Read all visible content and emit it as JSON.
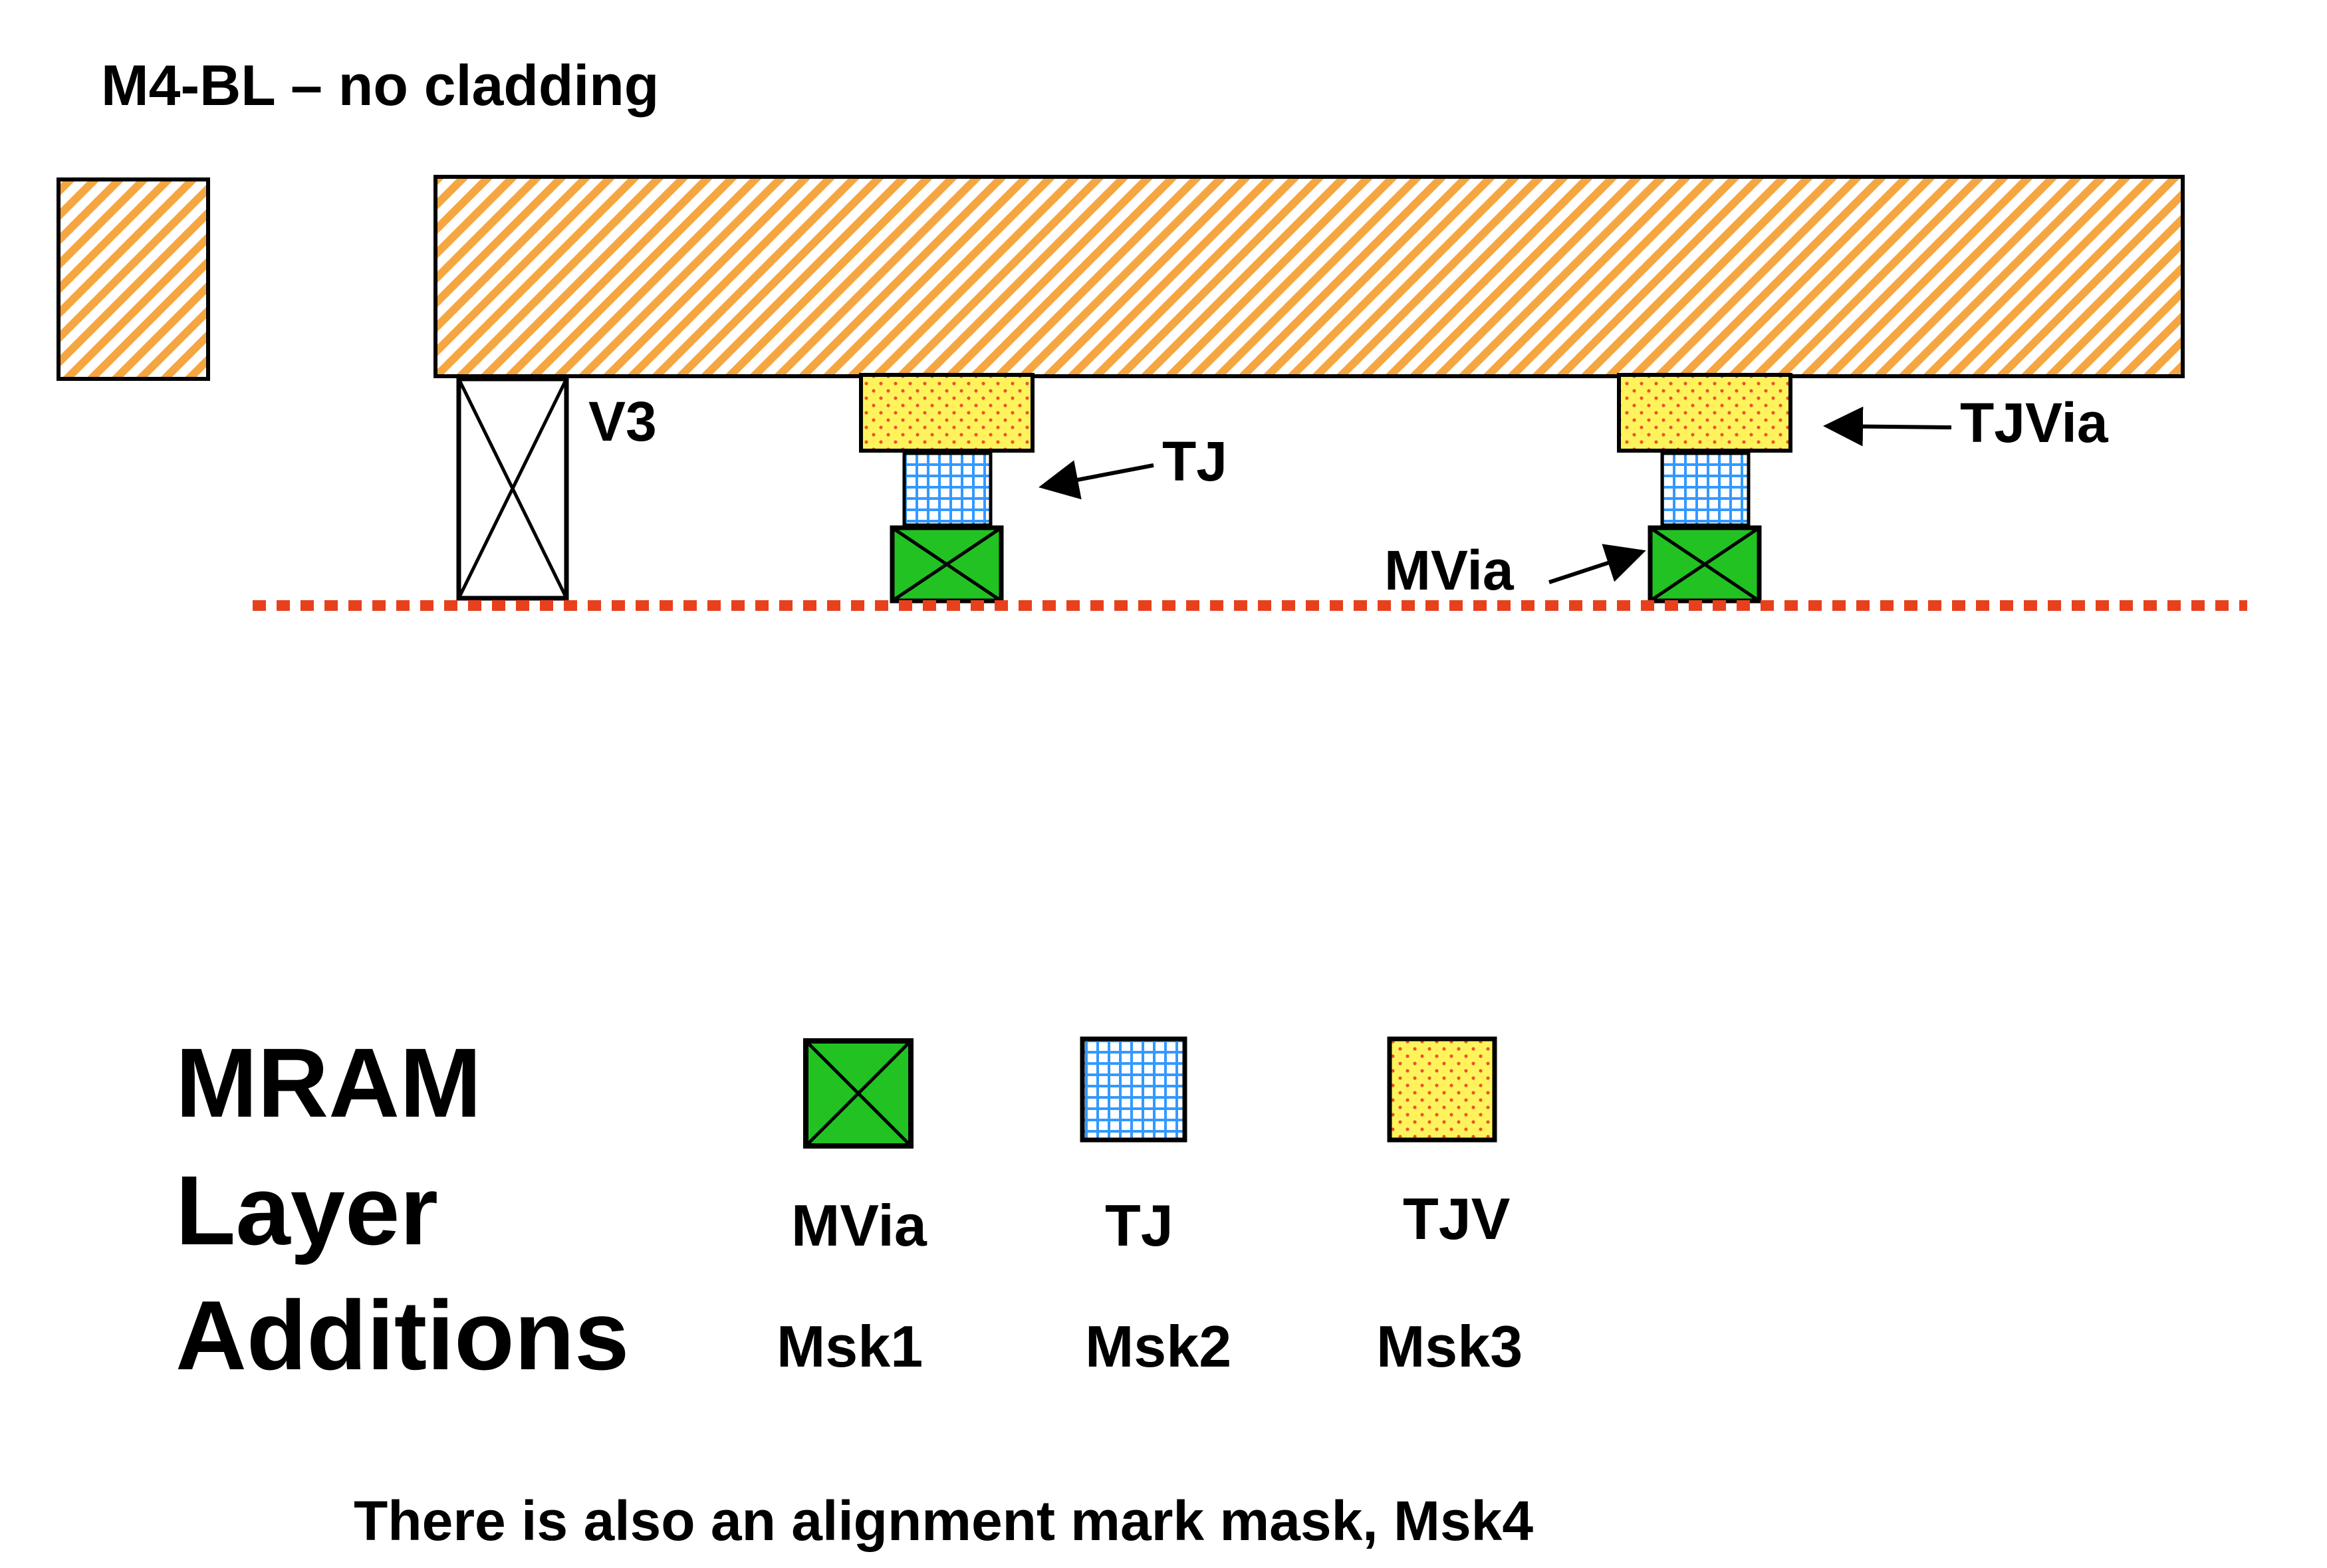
{
  "title": "M4-BL – no cladding",
  "labels": {
    "v3": "V3",
    "tj": "TJ",
    "tjvia": "TJVia",
    "mvia": "MVia"
  },
  "legend": {
    "heading": [
      "MRAM",
      "Layer",
      "Additions"
    ],
    "items": [
      {
        "name": "MVia",
        "mask": "Msk1",
        "fill": "#22c222"
      },
      {
        "name": "TJ",
        "mask": "Msk2",
        "fill": "#3399ff"
      },
      {
        "name": "TJV",
        "mask": "Msk3",
        "fill": "#fff35c"
      }
    ]
  },
  "note": "There is also an alignment mark mask, Msk4",
  "colors": {
    "metal_hatch": "#f5a640",
    "metal_bg": "#ffffff",
    "mvia_fill": "#22c222",
    "tj_grid": "#3399ff",
    "tjv_fill": "#fff35c",
    "tjv_dots": "#e8552a",
    "baseline": "#e8401c"
  }
}
